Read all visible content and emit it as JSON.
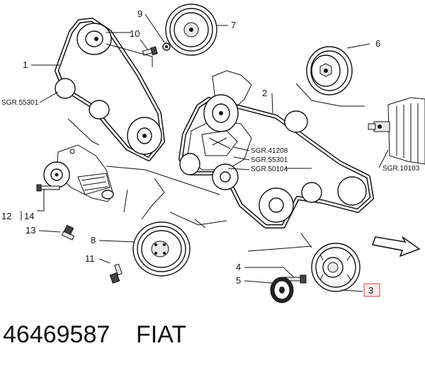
{
  "callouts": {
    "c1": "1",
    "c2": "2",
    "c3": "3",
    "c4": "4",
    "c5": "5",
    "c6": "6",
    "c7": "7",
    "c8": "8",
    "c9": "9",
    "c10": "10",
    "c11": "11",
    "c12_14_left": "12",
    "c12_14_right": "14",
    "c13": "13"
  },
  "references": {
    "sgr_55301_left": "SGR.55301",
    "sgr_41208": "SGR.41208",
    "sgr_55301_mid": "SGR.55301",
    "sgr_50104": "SGR.50104",
    "sgr_10103": "SGR.10103"
  },
  "part": {
    "number": "46469587",
    "brand": "FIAT"
  },
  "colors": {
    "highlight_box": "#e26060",
    "ink": "#111111"
  }
}
